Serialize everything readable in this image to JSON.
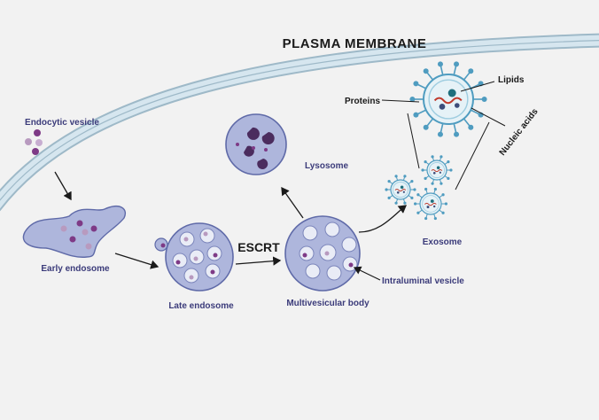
{
  "diagram": {
    "title": "PLASMA MEMBRANE",
    "labels": {
      "endocytic_vesicle": "Endocytic vesicle",
      "early_endosome": "Early endosome",
      "late_endosome": "Late endosome",
      "escrt": "ESCRT",
      "multivesicular_body": "Multivesicular body",
      "intraluminal_vesicle": "Intraluminal vesicle",
      "lysosome": "Lysosome",
      "exosome": "Exosome",
      "proteins": "Proteins",
      "lipids": "Lipids",
      "nucleic_acids": "Nucleic acids"
    }
  },
  "colors": {
    "background": "#f2f2f2",
    "membrane": "#c8dbe6",
    "organelle_fill": "#aeb6dc",
    "organelle_stroke": "#5f6aa8",
    "cargo_purple": "#6b2f74",
    "exosome_blue": "#4f9cc0",
    "exosome_teal": "#1f6f7d",
    "nucleic_red": "#c0392b"
  }
}
